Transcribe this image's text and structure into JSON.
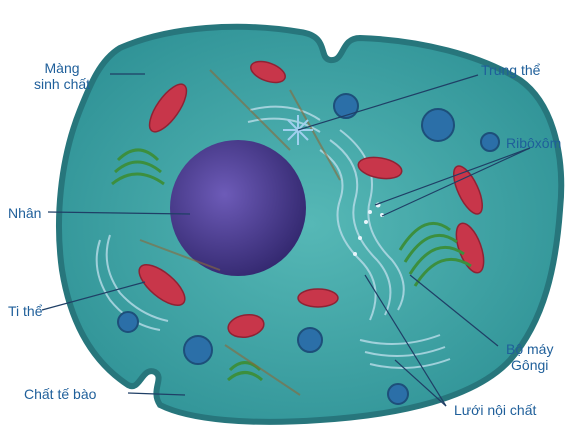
{
  "diagram": {
    "labels": {
      "membrane": [
        "Màng",
        "sinh chất"
      ],
      "nucleus": "Nhân",
      "mitochondria": "Ti thể",
      "cytoplasm": "Chất tế bào",
      "centrosome": "Trung thể",
      "ribosome": "Ribôxôm",
      "golgi": [
        "Bộ máy",
        "Gôngi"
      ],
      "er": "Lưới nội chất"
    },
    "colors": {
      "cytoplasm": "#3fa6a8",
      "membrane": "#2e7f86",
      "nucleus": "#4a3a8c",
      "mitochondria": "#c8364a",
      "golgi": "#3c8f3e",
      "vacuole": "#2b6fa8",
      "er": "#a9d3e3",
      "label_text": "#1f5f9a"
    }
  }
}
